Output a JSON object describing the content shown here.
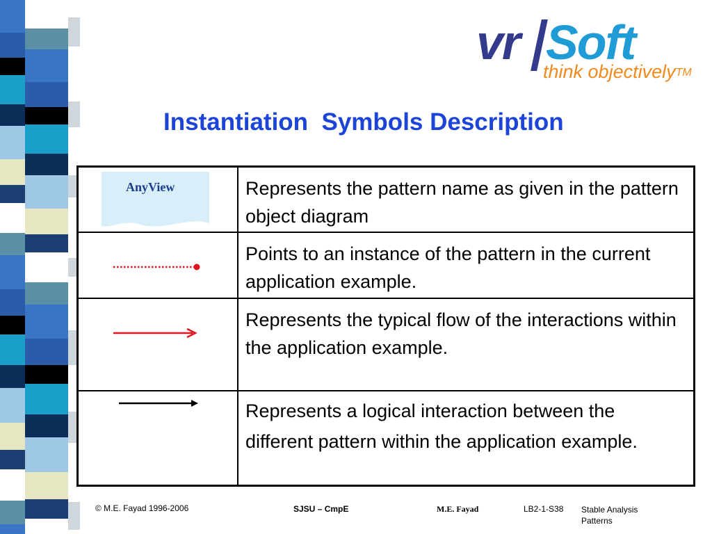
{
  "logo": {
    "brand_part1": "vr",
    "brand_part2": "Soft",
    "tagline": "think objectively",
    "trademark": "TM",
    "colors": {
      "vr": "#343a8c",
      "soft": "#1f9bd6",
      "tagline": "#f08a1c"
    }
  },
  "title": "Instantiation  Symbols Description",
  "rows": [
    {
      "symbol": "anyview-note-icon",
      "symbol_label": "AnyView",
      "description": "Represents the pattern name as given in the pattern object diagram"
    },
    {
      "symbol": "red-dotted-line-with-dot-icon",
      "description": "Points to an instance of the pattern in the current application example."
    },
    {
      "symbol": "red-arrow-icon",
      "description": "Represents the typical flow of the interactions within the application example."
    },
    {
      "symbol": "black-arrow-icon",
      "description": "Represents a logical interaction between the different pattern within the application example."
    }
  ],
  "footer": {
    "copyright": "© M.E. Fayad 1996-2006",
    "institution": "SJSU – CmpE",
    "author": "M.E. Fayad",
    "slide_id": "LB2-1-S38",
    "slide_topic": "Stable Analysis Patterns"
  },
  "colors": {
    "title": "#1c44d6",
    "red_symbol": "#e0141e",
    "note_fill": "#d8eef8"
  }
}
